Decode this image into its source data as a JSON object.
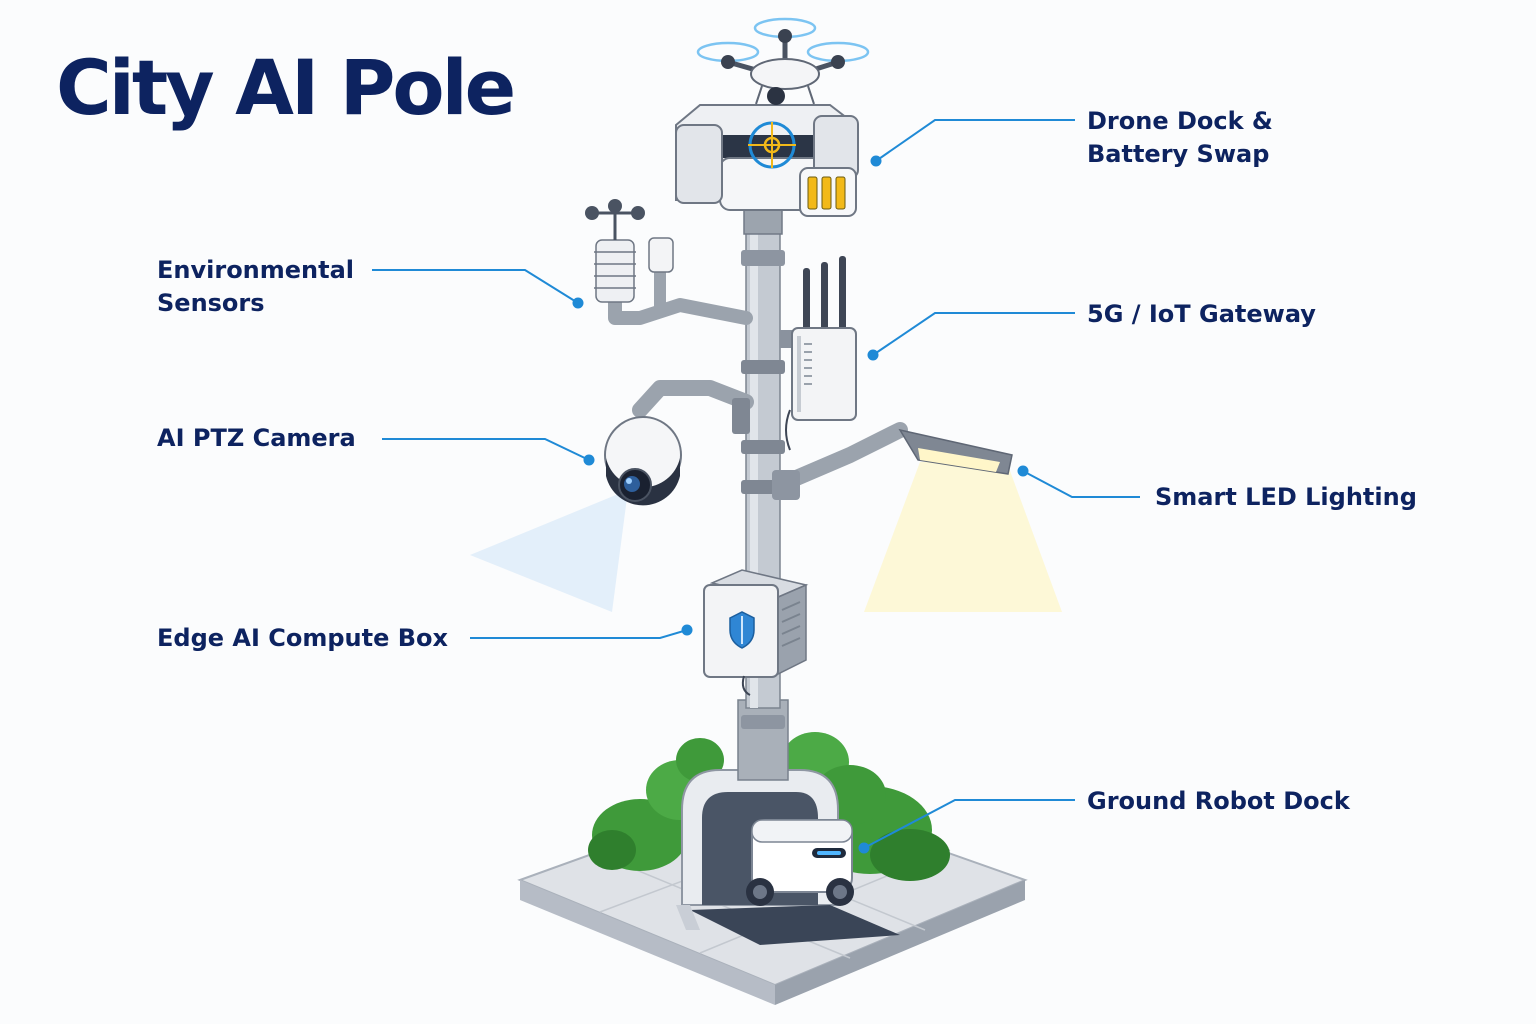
{
  "title": "City AI Pole",
  "colors": {
    "title": "#0d2360",
    "leader": "#1f8ad6",
    "pole": "#b9bfc7",
    "led_glow": "#fff4b8",
    "camera_cone": "#d3e6f8",
    "foliage": "#3f9a3a"
  },
  "callouts": {
    "drone_dock": "Drone Dock &\nBattery Swap",
    "environmental": "Environmental\nSensors",
    "gateway": "5G / IoT Gateway",
    "camera": "AI PTZ Camera",
    "lighting": "Smart LED Lighting",
    "edge_box": "Edge AI Compute Box",
    "robot_dock": "Ground Robot Dock"
  },
  "icons": {
    "drone": "quadcopter-drone-icon",
    "edge_box_badge": "shield-icon"
  }
}
